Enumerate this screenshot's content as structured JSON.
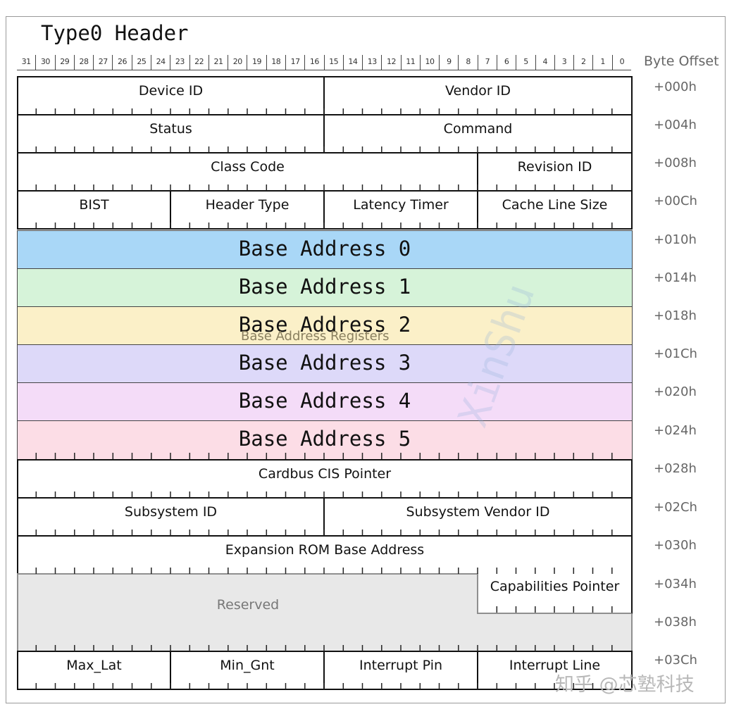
{
  "diagram": {
    "title": "Type0 Header",
    "byte_offset_label": "Byte Offset",
    "bit_numbers": [
      "31",
      "30",
      "29",
      "28",
      "27",
      "26",
      "25",
      "24",
      "23",
      "22",
      "21",
      "20",
      "19",
      "18",
      "17",
      "16",
      "15",
      "14",
      "13",
      "12",
      "11",
      "10",
      "9",
      "8",
      "7",
      "6",
      "5",
      "4",
      "3",
      "2",
      "1",
      "0"
    ],
    "offsets": [
      "+000h",
      "+004h",
      "+008h",
      "+00Ch",
      "+010h",
      "+014h",
      "+018h",
      "+01Ch",
      "+020h",
      "+024h",
      "+028h",
      "+02Ch",
      "+030h",
      "+034h",
      "+038h",
      "+03Ch"
    ],
    "fields": {
      "device_id": "Device ID",
      "vendor_id": "Vendor ID",
      "status": "Status",
      "command": "Command",
      "class_code": "Class Code",
      "revision_id": "Revision ID",
      "bist": "BIST",
      "header_type": "Header Type",
      "latency_timer": "Latency Timer",
      "cache_line_size": "Cache Line Size",
      "bar0": "Base Address 0",
      "bar1": "Base Address 1",
      "bar2": "Base Address 2",
      "bar3": "Base Address 3",
      "bar4": "Base Address 4",
      "bar5": "Base Address 5",
      "cardbus_cis_pointer": "Cardbus CIS Pointer",
      "subsystem_id": "Subsystem ID",
      "subsystem_vendor_id": "Subsystem Vendor ID",
      "expansion_rom_base_address": "Expansion ROM Base Address",
      "reserved": "Reserved",
      "capabilities_pointer": "Capabilities Pointer",
      "max_lat": "Max_Lat",
      "min_gnt": "Min_Gnt",
      "interrupt_pin": "Interrupt Pin",
      "interrupt_line": "Interrupt Line"
    },
    "bar_group_label": "Base Address Registers",
    "bar_colors": [
      "#a9d7f7",
      "#d6f3d9",
      "#fbf0c8",
      "#ddd9f9",
      "#f4dcf8",
      "#fcdde6"
    ],
    "reserved_color": "#e8e8e8",
    "watermark": "XinShu",
    "credit": "知乎 @芯塾科技"
  }
}
